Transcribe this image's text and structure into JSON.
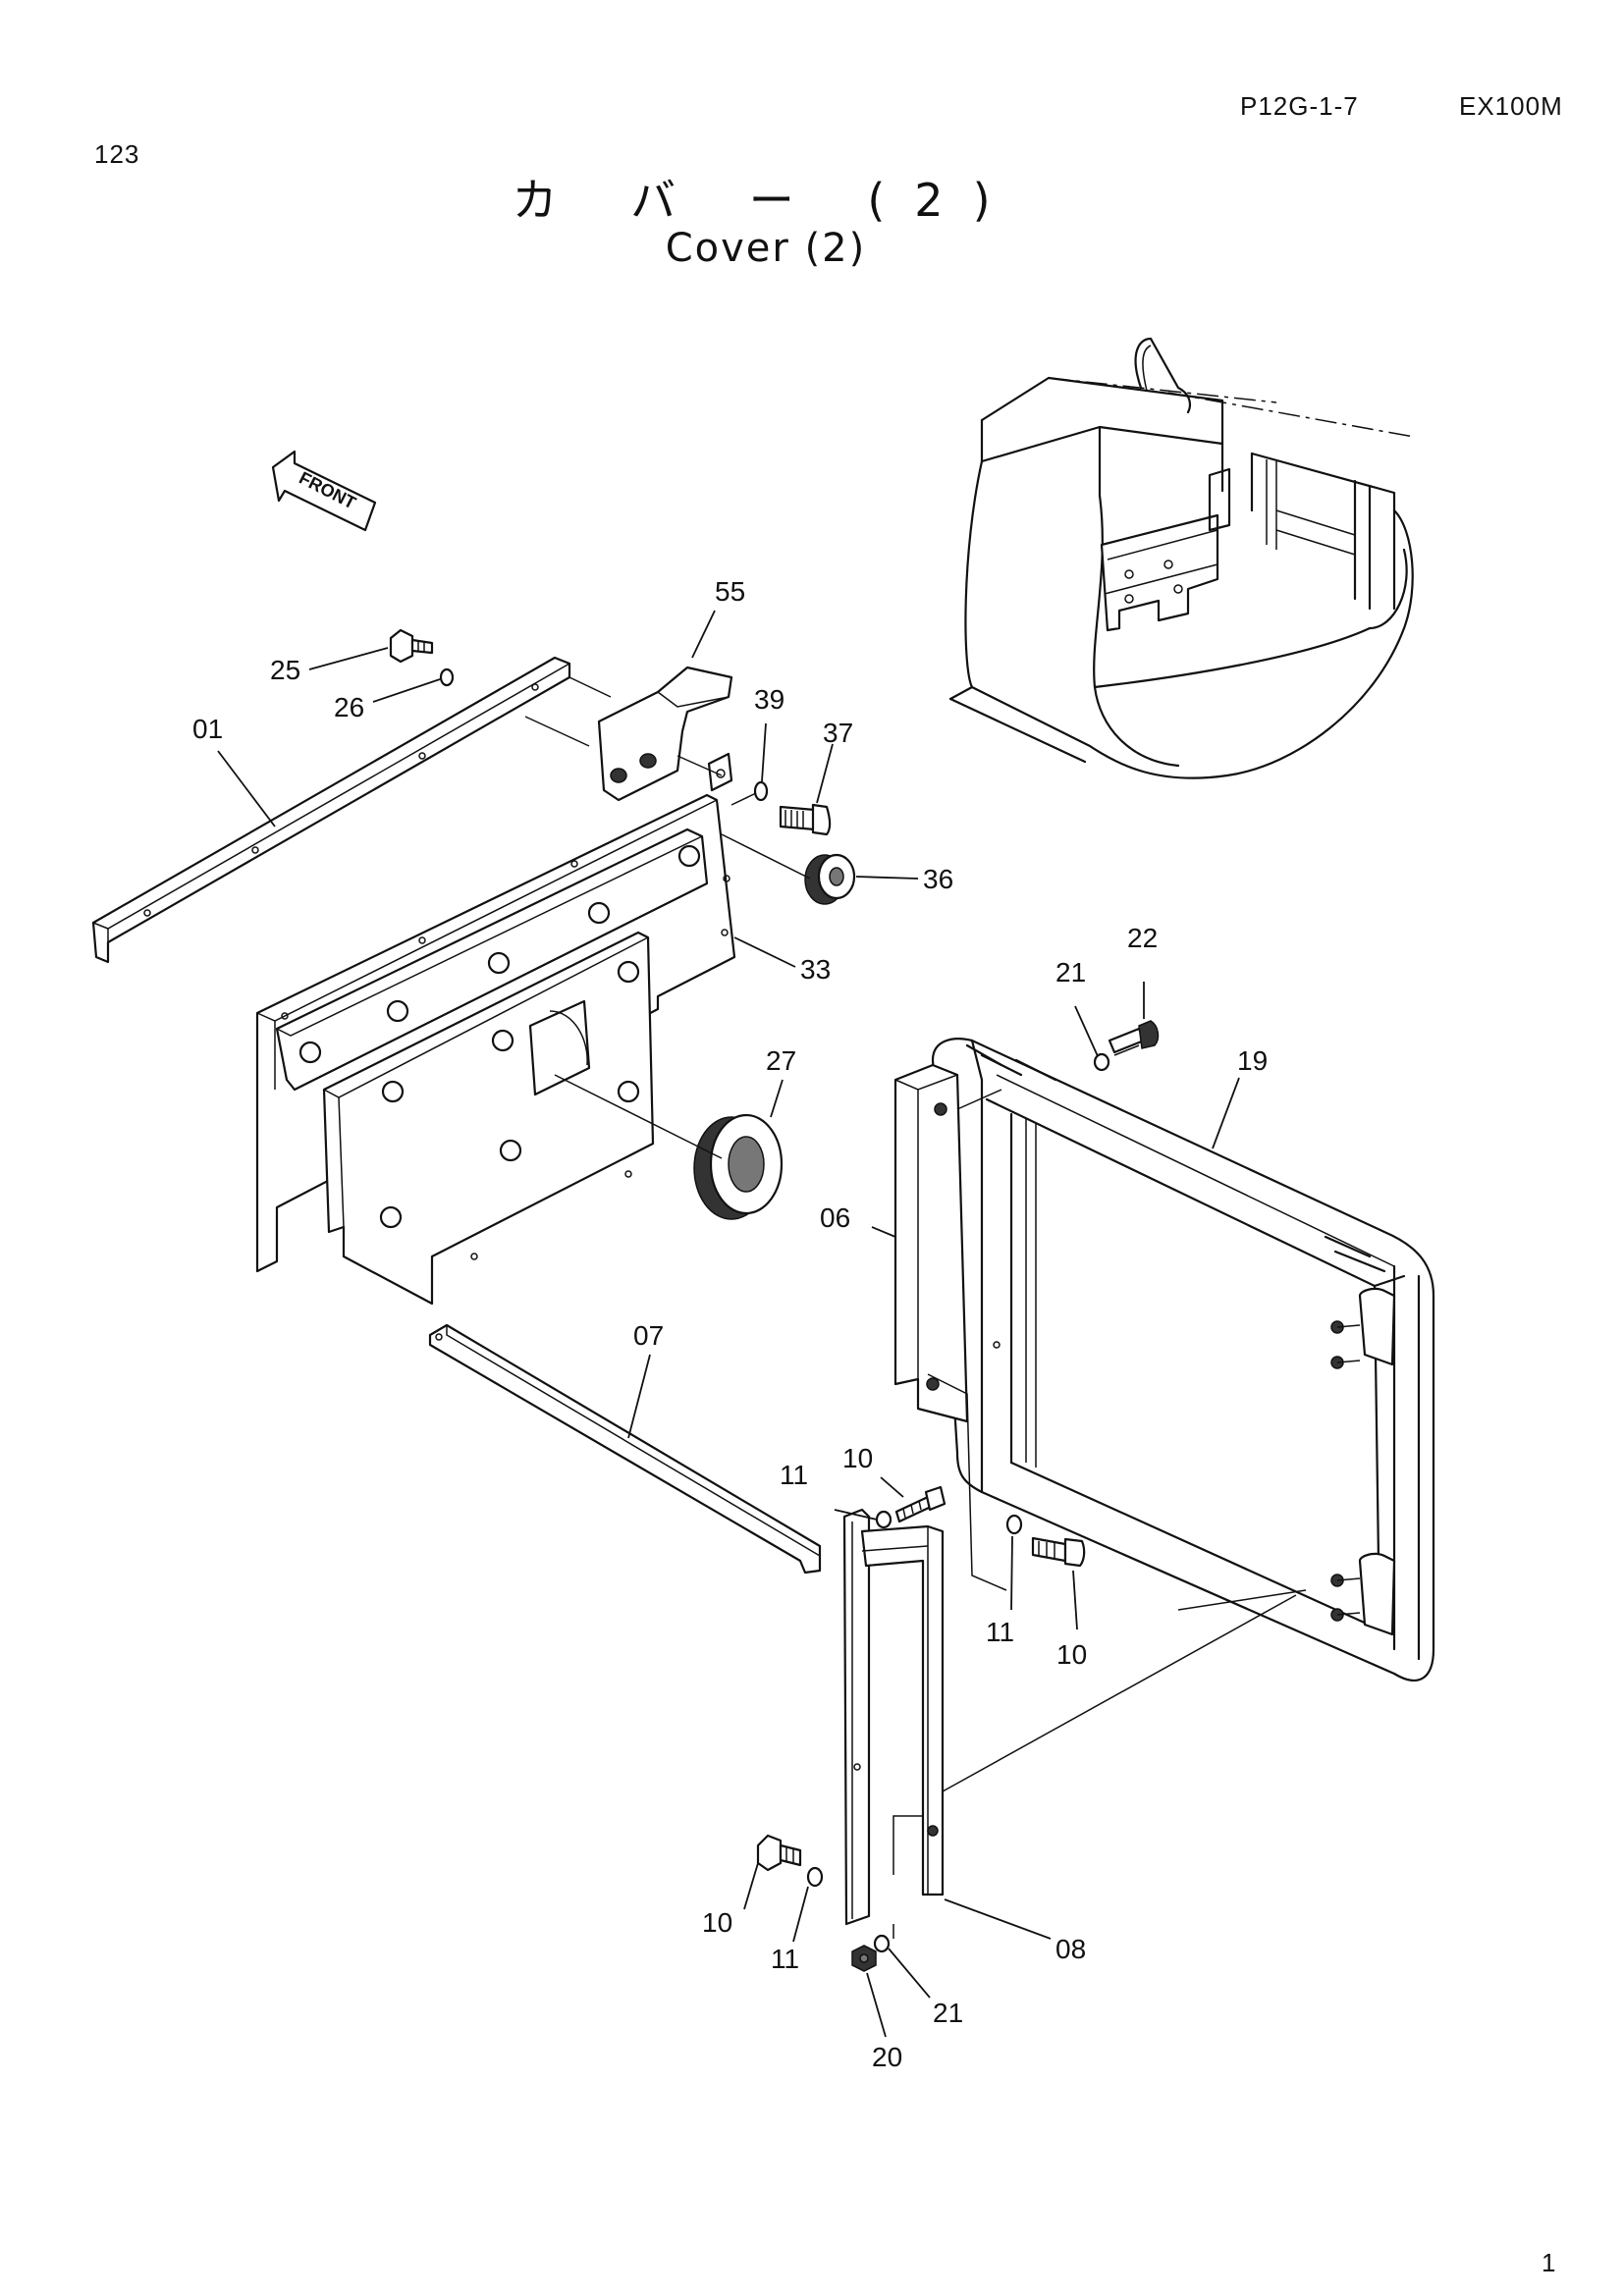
{
  "header": {
    "page_number": "123",
    "ref_code": "P12G-1-7",
    "model": "EX100M"
  },
  "title": {
    "japanese": "カ バ ー (2)",
    "english": "Cover (2)"
  },
  "front_arrow_label": "FRONT",
  "callouts": [
    "55",
    "25",
    "26",
    "39",
    "37",
    "01",
    "36",
    "33",
    "21",
    "22",
    "27",
    "19",
    "06",
    "07",
    "10",
    "11",
    "11",
    "10",
    "10",
    "11",
    "08",
    "21",
    "20"
  ],
  "sheet_number": "1"
}
